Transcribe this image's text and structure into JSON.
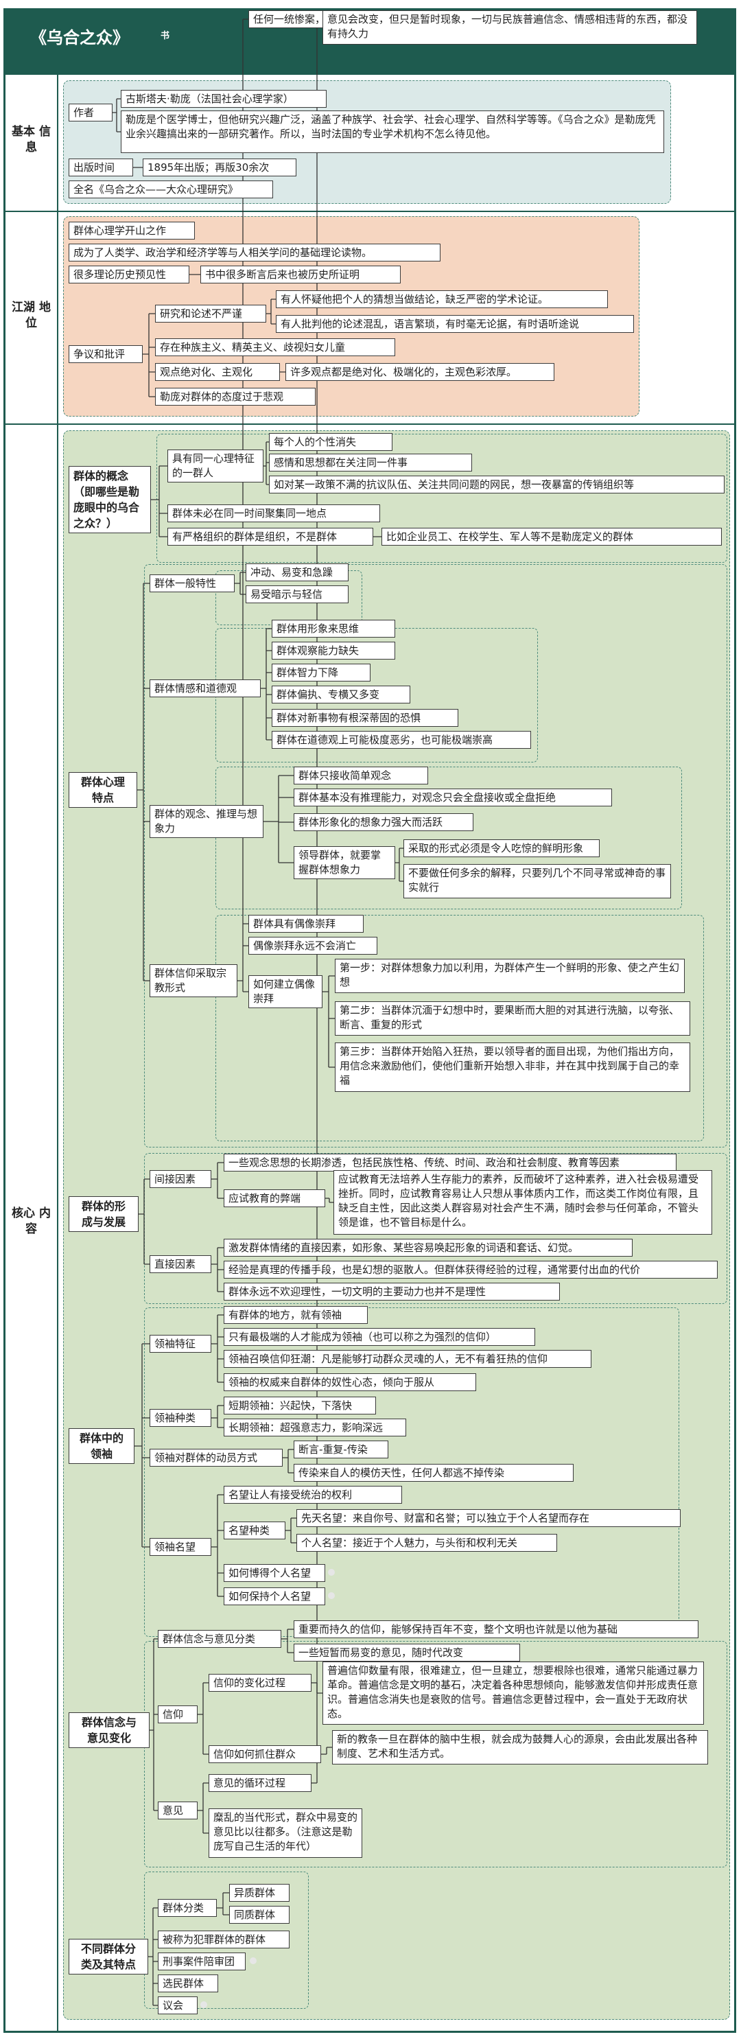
{
  "header": {
    "title": "《乌合之众》",
    "tag": "书"
  },
  "sections": {
    "basic": "基本\n信息",
    "position": "江湖\n地位",
    "core": "核心\n内容"
  },
  "basic": {
    "author": "作者",
    "author_name": "古斯塔夫·勒庞（法国社会心理学家）",
    "author_desc": "勒庞是个医学博士，但他研究兴趣广泛，涵盖了种族学、社会学、社会心理学、自然科学等等。《乌合之众》是勒庞凭业余兴趣搞出来的一部研究著作。所以，当时法国的专业学术机构不怎么待见他。",
    "pubtime": "出版时间",
    "pubtime_val": "1895年出版；再版30余次",
    "fullname": "全名《乌合之众——大众心理研究》"
  },
  "position": {
    "p1": "群体心理学开山之作",
    "p2": "成为了人类学、政治学和经济学等与人相关学问的基础理论读物。",
    "p3": "很多理论历史预见性",
    "p3a": "书中很多断言后来也被历史所证明",
    "critic": "争议和批评",
    "c1": "研究和论述不严谨",
    "c1a": "有人怀疑他把个人的猜想当做结论，缺乏严密的学术论证。",
    "c1b": "有人批判他的论述混乱，语言繁琐，有时毫无论据，有时语听途说",
    "c2": "存在种族主义、精英主义、歧视妇女儿童",
    "c3": "观点绝对化、主观化",
    "c3a": "许多观点都是绝对化、极端化的，主观色彩浓厚。",
    "c4": "勒庞对群体的态度过于悲观"
  },
  "concept": {
    "title": "群体的概念\n（即哪些是勒庞眼中的乌合之众？）",
    "a": "具有同一心理特征的一群人",
    "a1": "每个人的个性消失",
    "a2": "感情和思想都在关注同一件事",
    "a3": "如对某一政策不满的抗议队伍、关注共同问题的网民，想一夜暴富的传销组织等",
    "b": "群体未必在同一时间聚集同一地点",
    "c": "有严格组织的群体是组织，不是群体",
    "c1": "比如企业员工、在校学生、军人等不是勒庞定义的群体"
  },
  "psych": {
    "title": "群体心理\n特点",
    "g1": "群体一般特性",
    "g1a": "冲动、易变和急躁",
    "g1b": "易受暗示与轻信",
    "g2": "群体情感和道德观",
    "g2a": "群体用形象来思维",
    "g2b": "群体观察能力缺失",
    "g2c": "群体智力下降",
    "g2d": "群体偏执、专横又多变",
    "g2e": "群体对新事物有根深蒂固的恐惧",
    "g2f": "群体在道德观上可能极度恶劣，也可能极端崇高",
    "g3": "群体的观念、推理与想象力",
    "g3a": "群体只接收简单观念",
    "g3b": "群体基本没有推理能力，对观念只会全盘接收或全盘拒绝",
    "g3c": "群体形象化的想象力强大而活跃",
    "g3d": "领导群体，就要掌握群体想象力",
    "g3d1": "采取的形式必须是令人吃惊的鲜明形象",
    "g3d2": "不要做任何多余的解释，只要列几个不同寻常或神奇的事实就行",
    "g4": "群体信仰采取宗教形式",
    "g4a": "群体具有偶像崇拜",
    "g4b": "偶像崇拜永远不会消亡",
    "g4c": "如何建立偶像崇拜",
    "g4c1": "第一步：对群体想象力加以利用，为群体产生一个鲜明的形象、使之产生幻想",
    "g4c2": "第二步：当群体沉湎于幻想中时，要果断而大胆的对其进行洗脑，以夸张、断言、重复的形式",
    "g4c3": "第三步：当群体开始陷入狂热，要以领导者的面目出现，为他们指出方向，用信念来激励他们，使他们重新开始想入非非，并在其中找到属于自己的幸福",
    "g4d": "任何一统惨案，总是群体所为"
  },
  "formation": {
    "title": "群体的形\n成与发展",
    "i": "间接因素",
    "i1": "一些观念思想的长期渗透，包括民族性格、传统、时间、政治和社会制度、教育等因素",
    "i2": "应试教育的弊端",
    "i2a": "应试教育无法培养人生存能力的素养，反而破坏了这种素养，进入社会极易遭受挫折。同时，应试教育容易让人只想从事体质内工作，而这类工作岗位有限，且缺乏自主性，因此这类人群容易对社会产生不满，随时会参与任何革命，不管头领是谁，也不管目标是什么。",
    "d": "直接因素",
    "d1": "激发群体情绪的直接因素，如形象、某些容易唤起形象的词语和套话、幻觉。",
    "d2": "经验是真理的传播手段，也是幻想的驱散人。但群体获得经验的过程，通常要付出血的代价",
    "d3": "群体永远不欢迎理性，一切文明的主要动力也并不是理性"
  },
  "leader": {
    "title": "群体中的\n领袖",
    "f": "领袖特征",
    "f1": "有群体的地方，就有领袖",
    "f2": "只有最极端的人才能成为领袖（也可以称之为强烈的信仰）",
    "f3": "领袖召唤信仰狂潮：凡是能够打动群众灵魂的人，无不有着狂热的信仰",
    "f4": "领袖的权威来自群体的奴性心态，倾向于服从",
    "k": "领袖种类",
    "k1": "短期领袖：兴起快，下落快",
    "k2": "长期领袖：超强意志力，影响深远",
    "m": "领袖对群体的动员方式",
    "m1": "断言-重复-传染",
    "m2": "传染来自人的模仿天性，任何人都逃不掉传染",
    "p": "领袖名望",
    "p1": "名望让人有接受统治的权利",
    "p2": "名望种类",
    "p2a": "先天名望：来自你号、财富和名誉；可以独立于个人名望而存在",
    "p2b": "个人名望：接近于个人魅力，与头衔和权利无关",
    "p3": "如何博得个人名望",
    "p4": "如何保持个人名望"
  },
  "belief": {
    "title": "群体信念与\n意见变化",
    "a": "群体信念与意见分类",
    "a1": "重要而持久的信仰，能够保持百年不变，整个文明也许就是以他为基础",
    "a2": "一些短暂而易变的意见，随时代改变",
    "b": "信仰",
    "b1": "信仰的变化过程",
    "b1a": "普遍信仰数量有限，很难建立，但一旦建立，想要根除也很难，通常只能通过暴力革命。普遍信念是文明的基石，决定着各种思想倾向，能够激发信仰并形成责任意识。普遍信念消失也是衰败的信号。普遍信念更替过程中，会一直处于无政府状态。",
    "b2": "信仰如何抓住群众",
    "b2a": "新的教条一旦在群体的脑中生根，就会成为鼓舞人心的源泉，会由此发展出各种制度、艺术和生活方式。",
    "c": "意见",
    "c1": "意见的循环过程",
    "c1a": "意见会改变，但只是暂时现象，一切与民族普遍信念、情感相违背的东西，都没有持久力",
    "c2": "糜乱的当代形式，群众中易变的意见比以往都多。（注意这是勒庞写自己生活的年代）"
  },
  "types": {
    "title": "不同群体分\n类及其特点",
    "a": "群体分类",
    "a1": "异质群体",
    "a2": "同质群体",
    "b": "被称为犯罪群体的群体",
    "c": "刑事案件陪审团",
    "d": "选民群体",
    "e": "议会"
  }
}
